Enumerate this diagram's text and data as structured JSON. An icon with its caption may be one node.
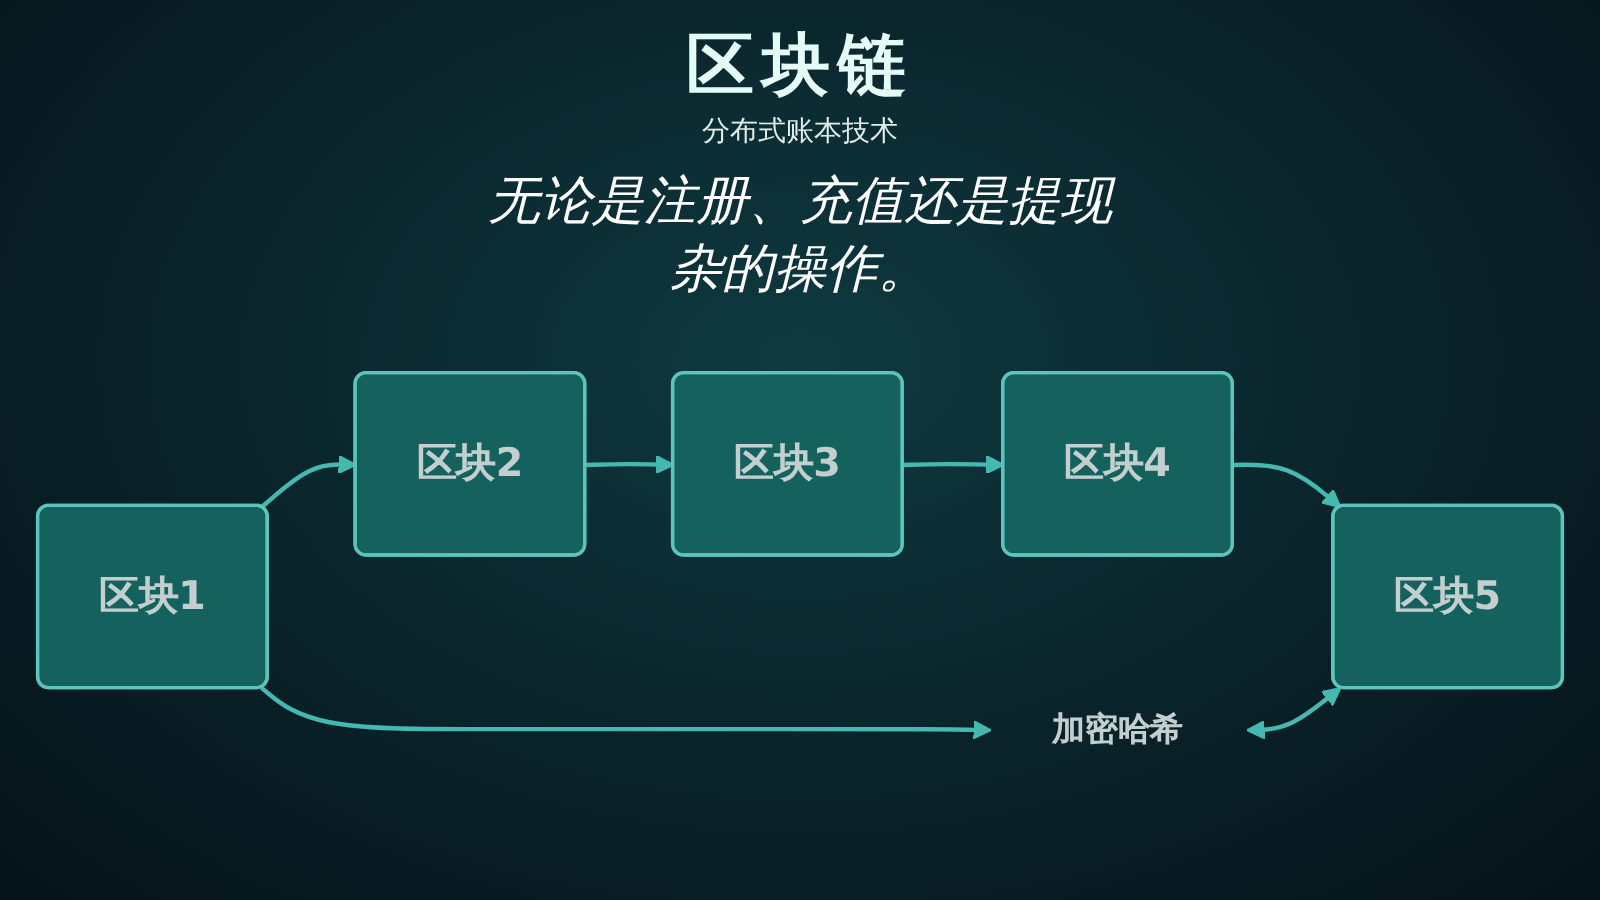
{
  "diagram": {
    "title": "区块链",
    "nodes": [
      {
        "text": [
          "区块1"
        ]
      },
      {
        "text": [
          "区块2"
        ]
      },
      {
        "text": [
          "区块3"
        ]
      },
      {
        "text": [
          "区块4"
        ]
      },
      {
        "text": [
          "区块5"
        ]
      },
      {
        "text": [
          "加密哈希"
        ]
      }
    ],
    "edges": [
      {
        "from": 0,
        "to": 1,
        "arrow": "to"
      },
      {
        "from": 1,
        "to": 2,
        "arrow": "to"
      },
      {
        "from": 2,
        "to": 3,
        "arrow": "to"
      },
      {
        "from": 3,
        "to": 4,
        "arrow": "to"
      },
      {
        "from": 0,
        "to": 5,
        "arrow": "to"
      },
      {
        "from": 5,
        "to": 4,
        "arrow": "both"
      }
    ],
    "labels": [
      "分布式账本技术",
      "无论是注册、充值还是提现",
      "杂的操作。"
    ]
  }
}
